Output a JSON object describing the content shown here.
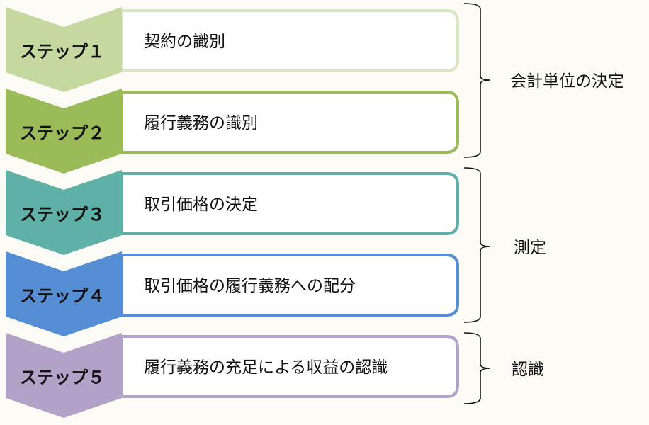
{
  "background": "#fcfbf6",
  "steps": [
    {
      "label": "ステップ１",
      "text": "契約の識別",
      "color": "#c4d8a0",
      "border": "#d8e6c2"
    },
    {
      "label": "ステップ２",
      "text": "履行義務の識別",
      "color": "#9bbb59",
      "border": "#9bbb59"
    },
    {
      "label": "ステップ３",
      "text": "取引価格の決定",
      "color": "#5fb0a6",
      "border": "#5fb0a6"
    },
    {
      "label": "ステップ４",
      "text": "取引価格の履行義務への配分",
      "color": "#558ed5",
      "border": "#558ed5"
    },
    {
      "label": "ステップ５",
      "text": "履行義務の充足による収益の認識",
      "color": "#b3a2c7",
      "border": "#b3a2c7"
    }
  ],
  "groups": [
    {
      "label": "会計単位の決定"
    },
    {
      "label": "測定"
    },
    {
      "label": "認識"
    }
  ]
}
